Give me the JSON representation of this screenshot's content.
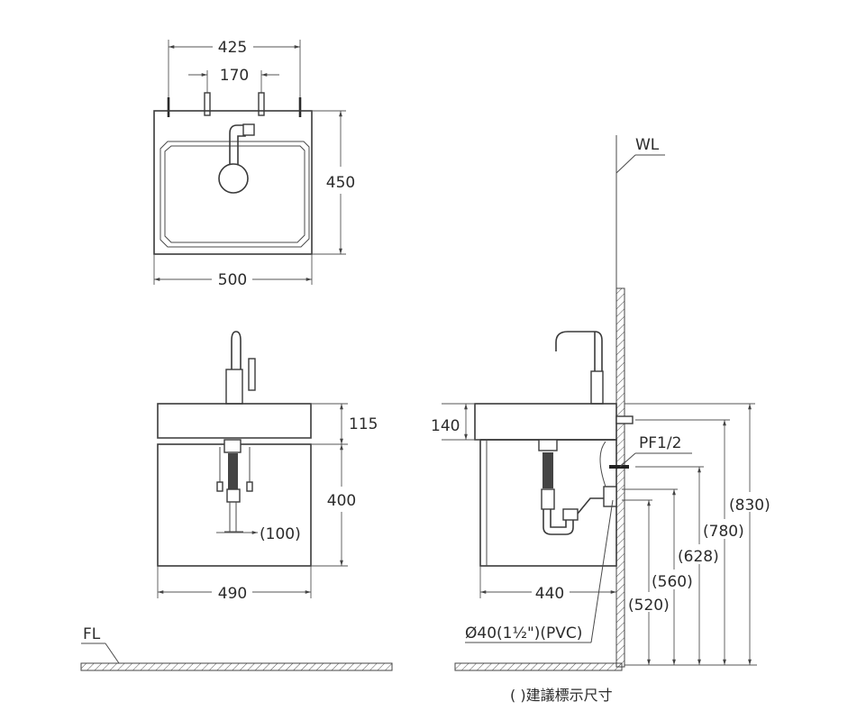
{
  "top_view": {
    "overall_width": "425",
    "faucet_spacing": "170",
    "depth": "450",
    "width": "500"
  },
  "front_view": {
    "deck_height": "115",
    "cabinet_height": "400",
    "trap_offset": "(100)",
    "width": "490"
  },
  "side_view": {
    "wall_label": "WL",
    "deck_height": "140",
    "supply_label": "PF1/2",
    "depth": "440",
    "drain_label": "Ø40(1½\")(PVC)",
    "heights": [
      "(830)",
      "(780)",
      "(628)",
      "(560)",
      "(520)"
    ]
  },
  "floor_label": "FL",
  "note": "( )建議標示尺寸"
}
